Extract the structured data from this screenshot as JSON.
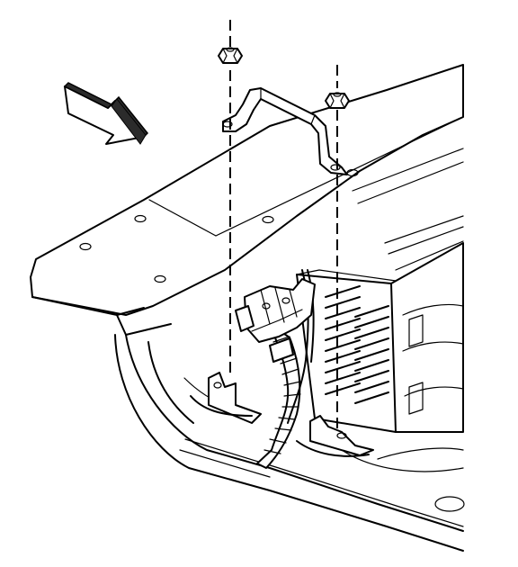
{
  "diagram": {
    "components": [
      {
        "name": "direction-arrow-icon",
        "interactable": false
      },
      {
        "name": "frame-crossmember",
        "interactable": false
      },
      {
        "name": "mounting-bracket",
        "interactable": false
      },
      {
        "name": "module-housing",
        "interactable": false
      },
      {
        "name": "wiring-harness",
        "interactable": false
      },
      {
        "name": "connector",
        "interactable": false
      },
      {
        "name": "nut-left",
        "interactable": false
      },
      {
        "name": "nut-right",
        "interactable": false
      },
      {
        "name": "stud-left",
        "interactable": false
      },
      {
        "name": "stud-right",
        "interactable": false
      }
    ],
    "colors": {
      "line": "#000000",
      "background": "#ffffff",
      "arrow_fill": "#2b2b2b"
    }
  }
}
